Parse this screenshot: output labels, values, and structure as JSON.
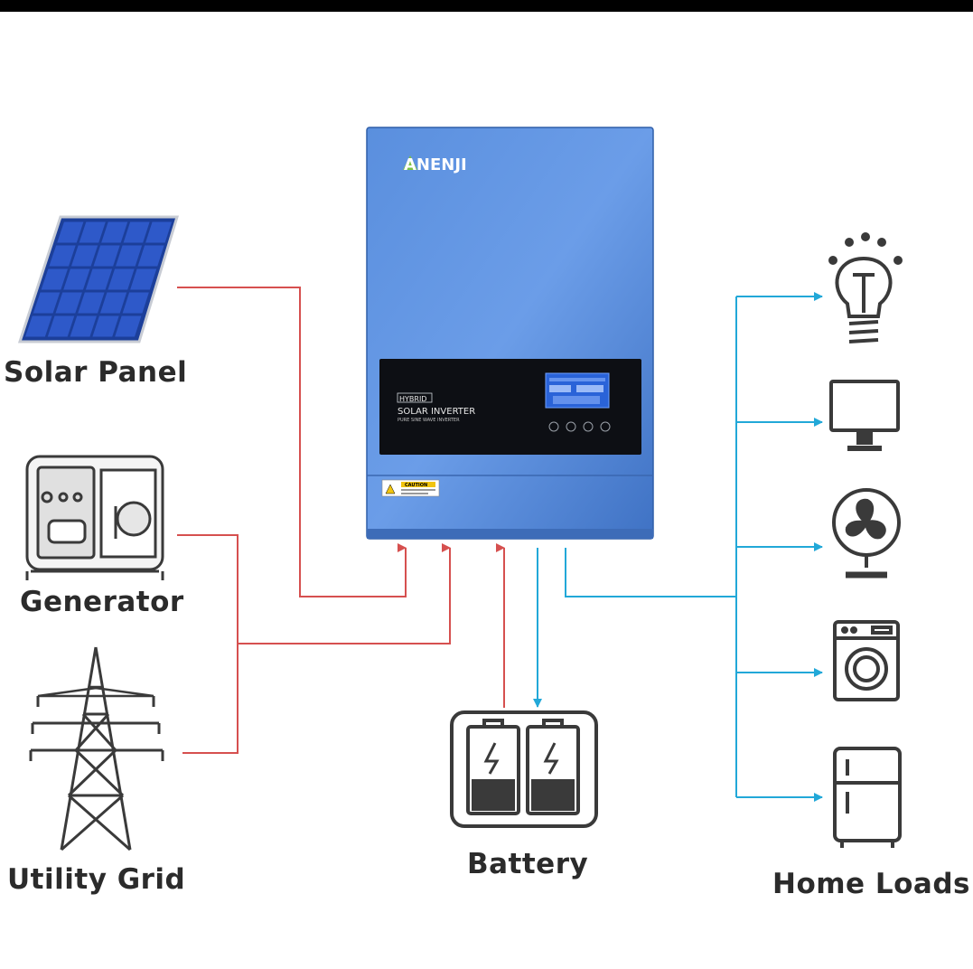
{
  "colors": {
    "input_line": "#d6504f",
    "output_line": "#22a8d8",
    "icon_stroke": "#3a3a3a",
    "inverter_body": "#4f86d8",
    "solar_cell": "#2e59c9"
  },
  "inverter": {
    "brand": "ANENJI",
    "panel_title_1": "HYBRID",
    "panel_title_2": "SOLAR INVERTER",
    "panel_title_3": "PURE SINE WAVE INVERTER",
    "caution": "CAUTION"
  },
  "sources": {
    "solar": {
      "label": "Solar Panel",
      "icon": "solar-panel-icon"
    },
    "generator": {
      "label": "Generator",
      "icon": "generator-icon"
    },
    "grid": {
      "label": "Utility Grid",
      "icon": "transmission-tower-icon"
    }
  },
  "battery": {
    "label": "Battery",
    "icon": "battery-icon"
  },
  "loads": {
    "label": "Home Loads",
    "items": [
      "light-bulb-icon",
      "monitor-icon",
      "fan-icon",
      "washing-machine-icon",
      "refrigerator-icon"
    ]
  }
}
